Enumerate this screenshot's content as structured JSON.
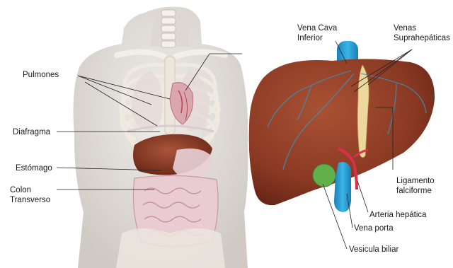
{
  "left_figure": {
    "labels": {
      "pulmones": "Pulmones",
      "diafragma": "Diafragma",
      "estomago": "Estómago",
      "colon_line1": "Colon",
      "colon_line2": "Transverso"
    }
  },
  "right_figure": {
    "labels": {
      "vena_cava_line1": "Vena Cava",
      "vena_cava_line2": "Inferior",
      "venas_line1": "Venas",
      "venas_line2": "Suprahepáticas",
      "ligamento_line1": "Ligamento",
      "ligamento_line2": "falciforme",
      "arteria": "Arteria hepática",
      "vena_porta": "Vena porta",
      "vesicula": "Vesicula biliar"
    }
  },
  "colors": {
    "skin": "#e6e2dd",
    "liver": "#8c3a24",
    "vein_blue": "#2e9fd0",
    "artery_red": "#d8324a",
    "gallbladder": "#5fae4a",
    "ligament": "#e8d49a",
    "bone": "#f2efe8",
    "intestine": "#e8c9cf"
  }
}
